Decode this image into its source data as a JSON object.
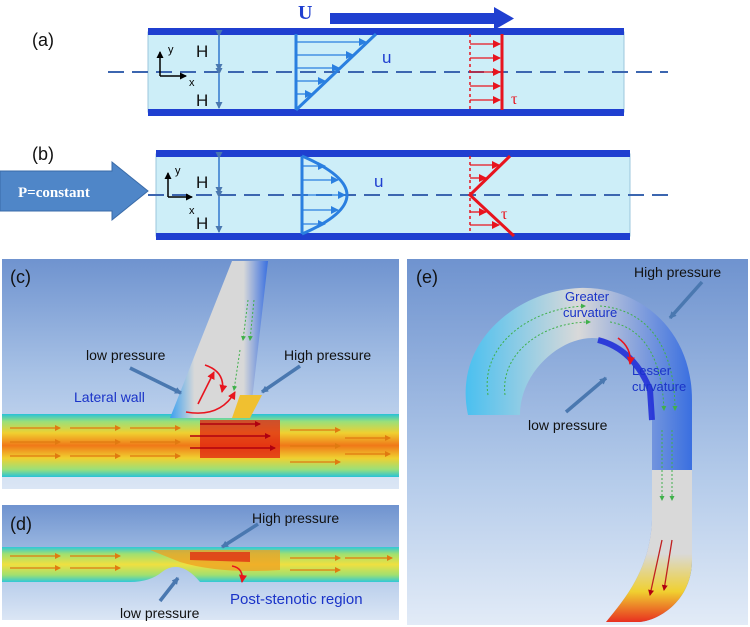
{
  "panels": {
    "a": {
      "label": "(a)",
      "velocity_symbol": "U",
      "u_label": "u",
      "tau_label": "τ",
      "height_top": "H",
      "height_bottom": "H",
      "axis_y": "y",
      "axis_x": "x"
    },
    "b": {
      "label": "(b)",
      "pressure_label": "P=constant",
      "u_label": "u",
      "tau_label": "τ",
      "height_top": "H",
      "height_bottom": "H",
      "axis_y": "y",
      "axis_x": "x"
    },
    "c": {
      "label": "(c)",
      "low_pressure": "low pressure",
      "high_pressure": "High pressure",
      "lateral_wall": "Lateral wall"
    },
    "d": {
      "label": "(d)",
      "high_pressure": "High pressure",
      "low_pressure": "low pressure",
      "post_stenotic": "Post-stenotic region"
    },
    "e": {
      "label": "(e)",
      "high_pressure": "High pressure",
      "greater_curvature": "Greater curvature",
      "lesser_curvature": "Lesser curvature",
      "low_pressure": "low pressure"
    }
  },
  "colors": {
    "wall": "#1f3fd0",
    "channel_fill": "#cdeef8",
    "profile_blue": "#2a7fe0",
    "shear_red": "#e8141e",
    "arrow_blue": "#5b8ec9",
    "annotation_blue": "#1a33c8"
  }
}
